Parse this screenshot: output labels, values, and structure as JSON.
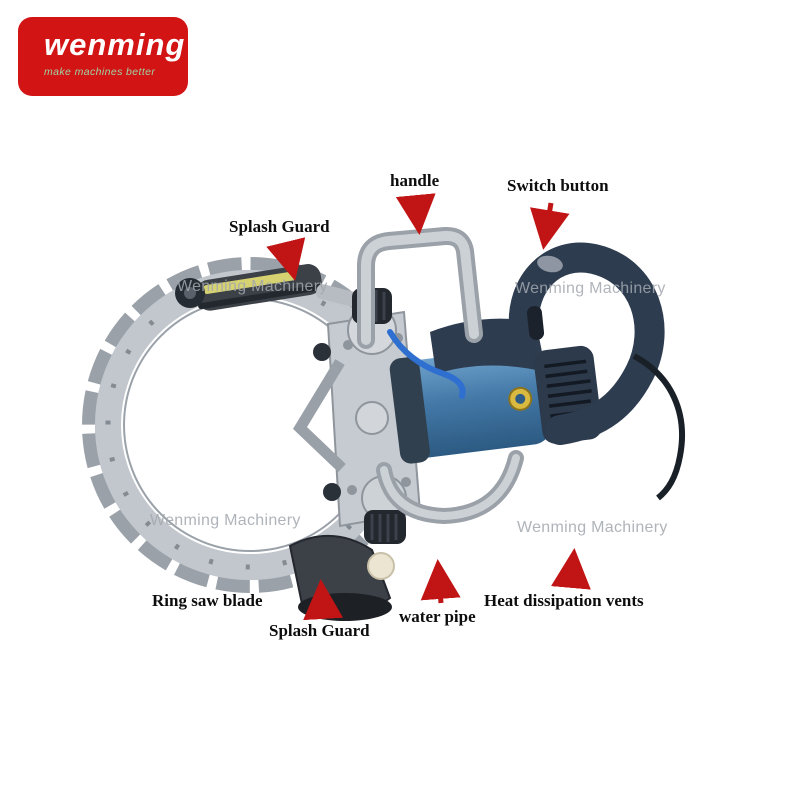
{
  "meta": {
    "type": "annotated-product-parts-diagram",
    "product": "ring saw concrete cutter"
  },
  "logo": {
    "brand": "wenming",
    "tagline": "make machines better"
  },
  "colors": {
    "logo_bg": "#d21414",
    "logo_text": "#ffffff",
    "tagline": "#9fd4a5",
    "arrow": "#c11414",
    "label_text": "#0d0d0d",
    "watermark": "#a2a8ae",
    "motor_blue": "#4479a8",
    "navy": "#2e3c50",
    "steel": "#c6cbd1",
    "steel_dark": "#8f959c",
    "blade": "#c2c7cd",
    "guard_dark": "#3c4147",
    "stripe_yellow": "#d6d272",
    "knob_cream": "#ece5d2",
    "hose_blue": "#2f6fd0",
    "badge_yellow": "#d9b93f"
  },
  "annotations": [
    {
      "id": "handle",
      "label": "handle"
    },
    {
      "id": "switch-button",
      "label": "Switch button"
    },
    {
      "id": "splash-guard-top",
      "label": "Splash Guard"
    },
    {
      "id": "ring-saw-blade",
      "label": "Ring saw blade"
    },
    {
      "id": "splash-guard-bottom",
      "label": "Splash Guard"
    },
    {
      "id": "water-pipe",
      "label": "water pipe"
    },
    {
      "id": "heat-vents",
      "label": "Heat dissipation vents"
    }
  ],
  "watermarks": [
    {
      "text": "Wenming Machinery"
    },
    {
      "text": "Wenming Machinery"
    },
    {
      "text": "Wenming Machinery"
    },
    {
      "text": "Wenming Machinery"
    }
  ]
}
